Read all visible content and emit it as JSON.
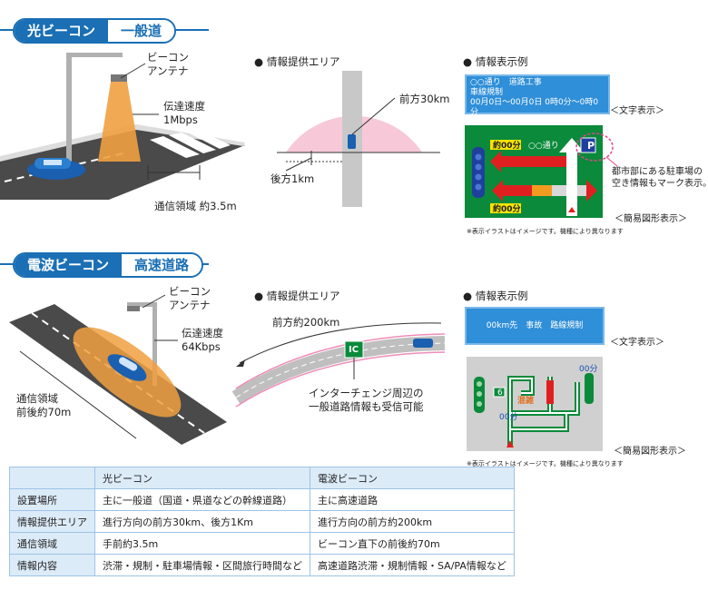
{
  "section1": {
    "tag_main": "光ビーコン",
    "tag_sub": "一般道"
  },
  "section2": {
    "tag_main": "電波ビーコン",
    "tag_sub": "高速道路"
  },
  "optical": {
    "antenna_label": "ビーコン\nアンテナ",
    "speed_label": "伝達速度\n1Mbps",
    "range_label": "通信領域 約3.5m",
    "area_heading": "情報提供エリア",
    "area_forward": "前方30km",
    "area_back": "後方1km",
    "display_heading": "情報表示例",
    "text_panel_lines": [
      "○○通り　道路工事",
      "車線規制",
      "00月0日～00月0日 0時0分～0時0分"
    ],
    "text_display_label": "＜文字表示＞",
    "graphic_time1": "約00分",
    "graphic_road": "○○通り",
    "graphic_time2": "約00分",
    "parking_symbol": "P",
    "parking_note": "都市部にある駐車場の\n空き情報もマーク表示。",
    "graphic_display_label": "＜簡易図形表示＞",
    "note": "※表示イラストはイメージです。機種により異なります"
  },
  "radio": {
    "antenna_label": "ビーコン\nアンテナ",
    "speed_label": "伝達速度\n64Kbps",
    "range_label": "通信領域\n前後約70m",
    "area_heading": "情報提供エリア",
    "area_forward": "前方約200km",
    "ic_label": "IC",
    "ic_note": "インターチェンジ周辺の\n一般道路情報も受信可能",
    "display_heading": "情報表示例",
    "text_panel": "00km先　事故　路線規制",
    "text_display_label": "＜文字表示＞",
    "graphic_route": "6",
    "graphic_jam": "混雑",
    "graphic_time1": "00分",
    "graphic_time2": "00分",
    "graphic_display_label": "＜簡易図形表示＞",
    "note": "※表示イラストはイメージです。機種により異なります"
  },
  "table": {
    "headers": [
      "",
      "光ビーコン",
      "電波ビーコン"
    ],
    "rows": [
      [
        "設置場所",
        "主に一般道（国道・県道などの幹線道路）",
        "主に高速道路"
      ],
      [
        "情報提供エリア",
        "進行方向の前方30km、後方1Km",
        "進行方向の前方約200km"
      ],
      [
        "通信領域",
        "手前約3.5m",
        "ビーコン直下の前後約70m"
      ],
      [
        "情報内容",
        "渋滞・規制・駐車場情報・区間旅行時間など",
        "高速道路渋滞・規制情報・SA/PA情報など"
      ]
    ]
  }
}
